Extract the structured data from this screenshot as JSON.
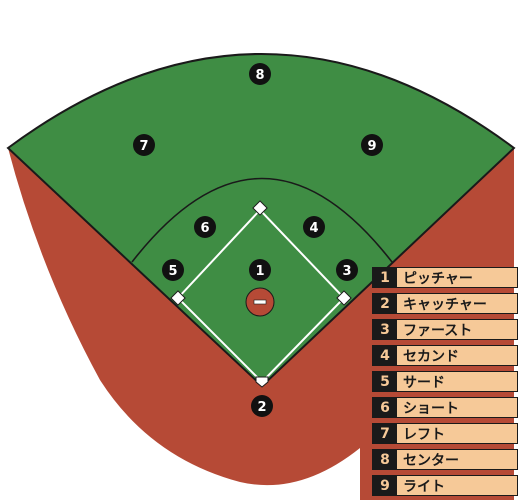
{
  "colors": {
    "outfield": "#3f8d44",
    "dirt": "#b64a36",
    "outline": "#1a1a1a",
    "legend_bg": "#f6c998",
    "marker": "#111111"
  },
  "positions": [
    {
      "number": "1",
      "label": "ピッチャー"
    },
    {
      "number": "2",
      "label": "キャッチャー"
    },
    {
      "number": "3",
      "label": "ファースト"
    },
    {
      "number": "4",
      "label": "セカンド"
    },
    {
      "number": "5",
      "label": "サード"
    },
    {
      "number": "6",
      "label": "ショート"
    },
    {
      "number": "7",
      "label": "レフト"
    },
    {
      "number": "8",
      "label": "センター"
    },
    {
      "number": "9",
      "label": "ライト"
    }
  ]
}
